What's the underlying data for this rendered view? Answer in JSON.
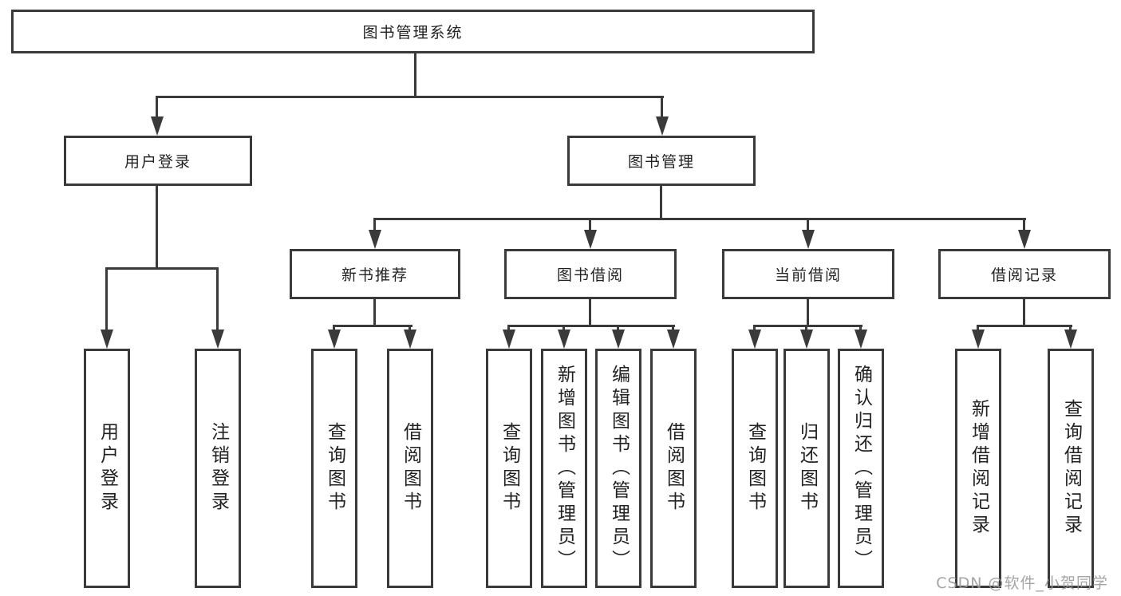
{
  "diagram_type": "hierarchy-tree",
  "watermark": "CSDN @软件_小贺同学",
  "colors": {
    "line": "#3a3a3a",
    "box_border": "#3a3a3a",
    "text": "#222222",
    "watermark": "#9a9a9a",
    "background": "#ffffff"
  },
  "tree": {
    "label": "图书管理系统",
    "children": [
      {
        "label": "用户登录",
        "children": [
          {
            "label": "用户登录"
          },
          {
            "label": "注销登录"
          }
        ]
      },
      {
        "label": "图书管理",
        "children": [
          {
            "label": "新书推荐",
            "children": [
              {
                "label": "查询图书"
              },
              {
                "label": "借阅图书"
              }
            ]
          },
          {
            "label": "图书借阅",
            "children": [
              {
                "label": "查询图书"
              },
              {
                "label": "新增图书（管理员）"
              },
              {
                "label": "编辑图书（管理员）"
              },
              {
                "label": "借阅图书"
              }
            ]
          },
          {
            "label": "当前借阅",
            "children": [
              {
                "label": "查询图书"
              },
              {
                "label": "归还图书"
              },
              {
                "label": "确认归还（管理员）"
              }
            ]
          },
          {
            "label": "借阅记录",
            "children": [
              {
                "label": "新增借阅记录"
              },
              {
                "label": "查询借阅记录"
              }
            ]
          }
        ]
      }
    ]
  }
}
